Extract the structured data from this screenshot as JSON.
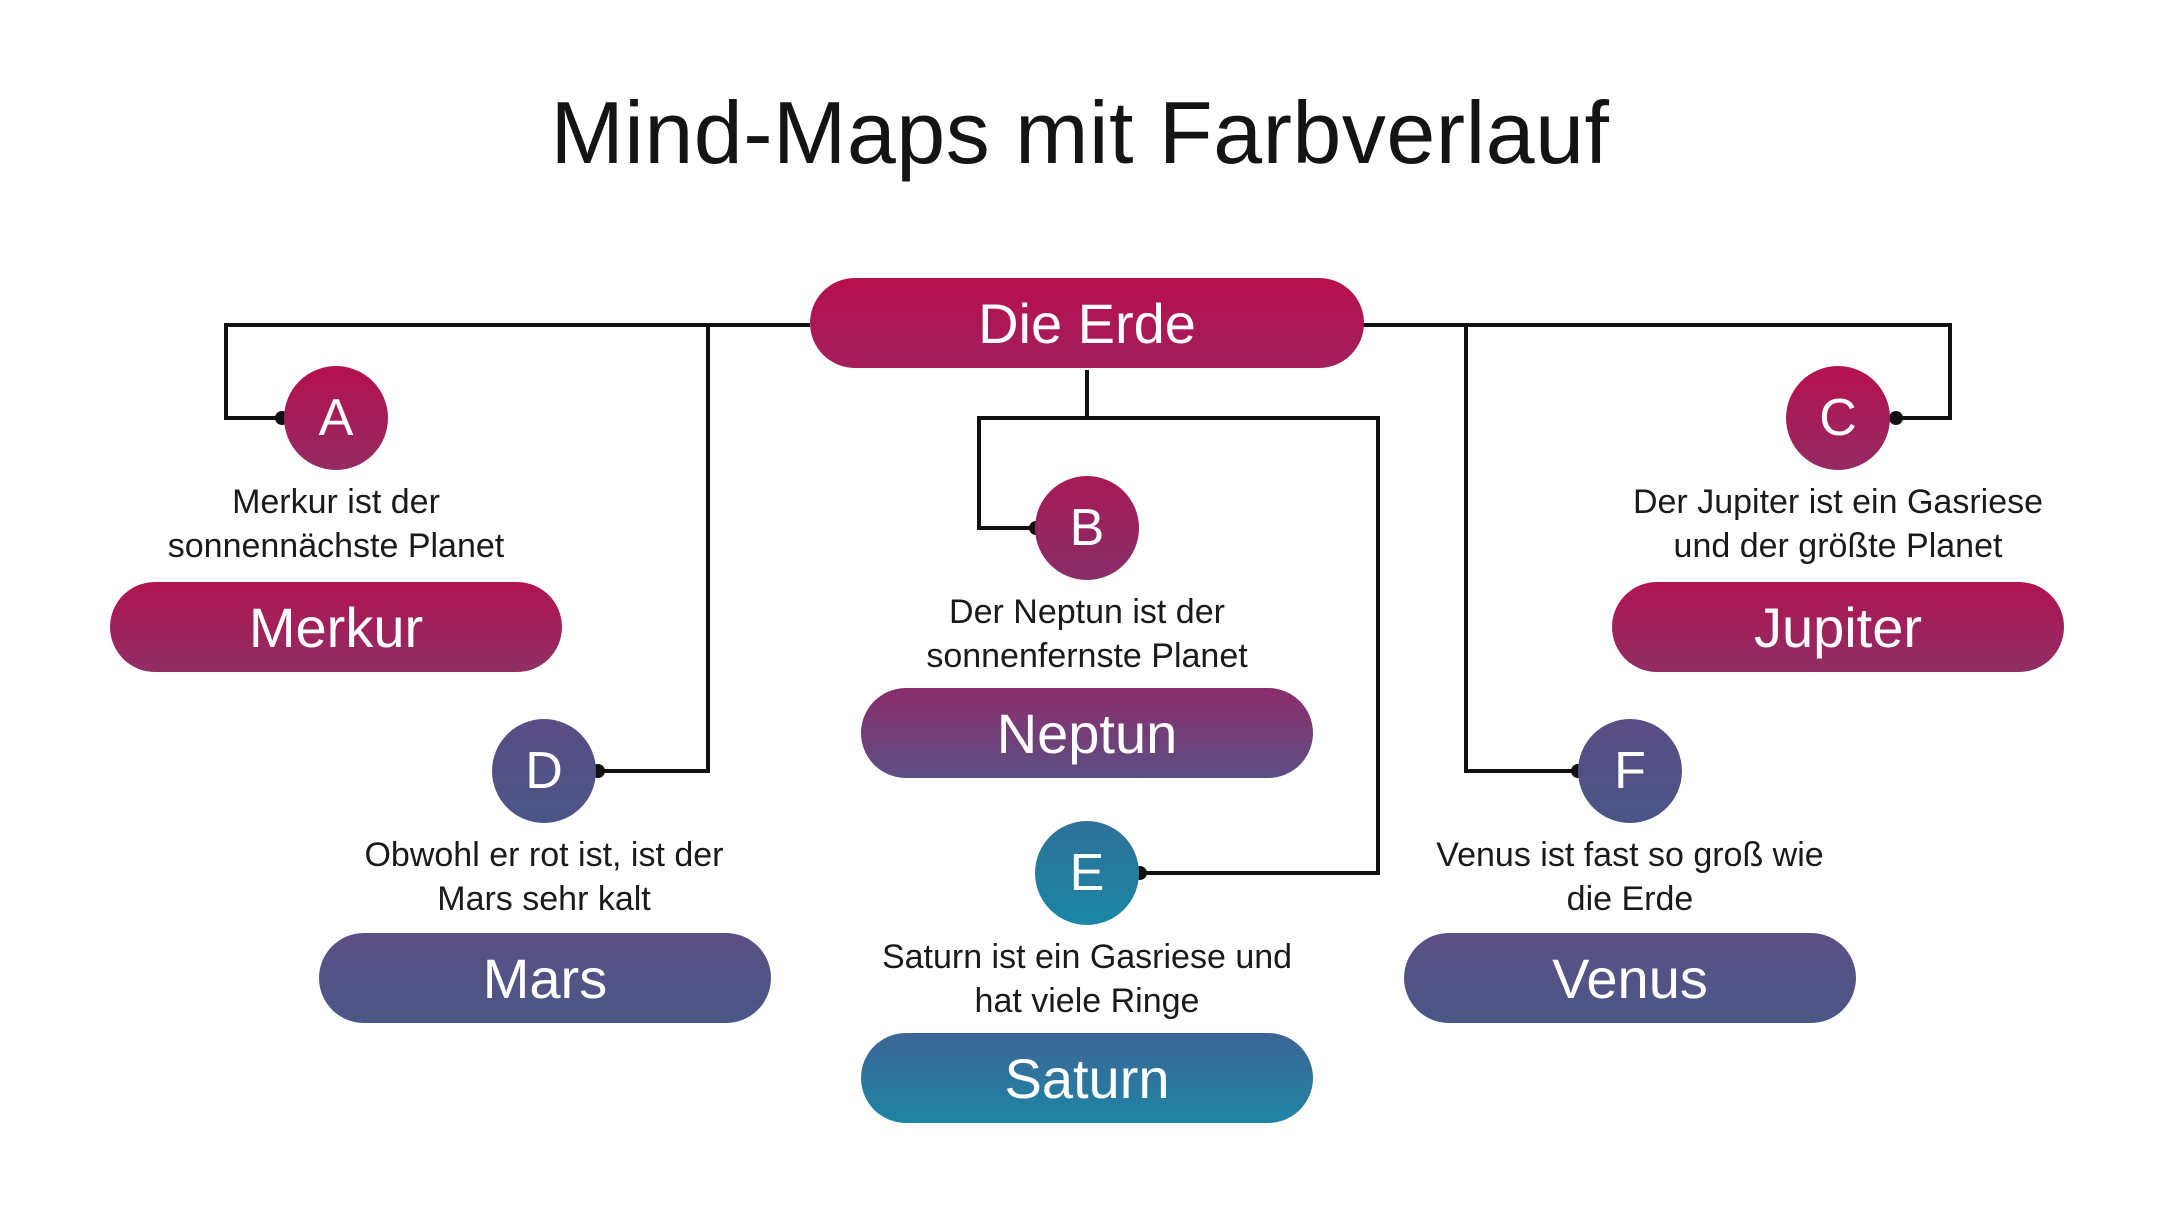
{
  "title": "Mind-Maps mit Farbverlauf",
  "center": {
    "label": "Die Erde"
  },
  "nodes": {
    "A": {
      "letter": "A",
      "line1": "Merkur ist der",
      "line2": "sonnennächste Planet",
      "label": "Merkur"
    },
    "B": {
      "letter": "B",
      "line1": "Der Neptun ist der",
      "line2": "sonnenfernste Planet",
      "label": "Neptun"
    },
    "C": {
      "letter": "C",
      "line1": "Der Jupiter ist ein Gasriese",
      "line2": "und der größte Planet",
      "label": "Jupiter"
    },
    "D": {
      "letter": "D",
      "line1": "Obwohl er rot ist, ist der",
      "line2": "Mars sehr kalt",
      "label": "Mars"
    },
    "E": {
      "letter": "E",
      "line1": "Saturn ist ein Gasriese und",
      "line2": "hat viele Ringe",
      "label": "Saturn"
    },
    "F": {
      "letter": "F",
      "line1": "Venus ist fast so groß wie",
      "line2": "die Erde",
      "label": "Venus"
    }
  },
  "colors": {
    "magenta": "#b5114f",
    "plum": "#8a2f6e",
    "slate": "#4e5587",
    "teal": "#1e85a4",
    "line": "#111111"
  }
}
